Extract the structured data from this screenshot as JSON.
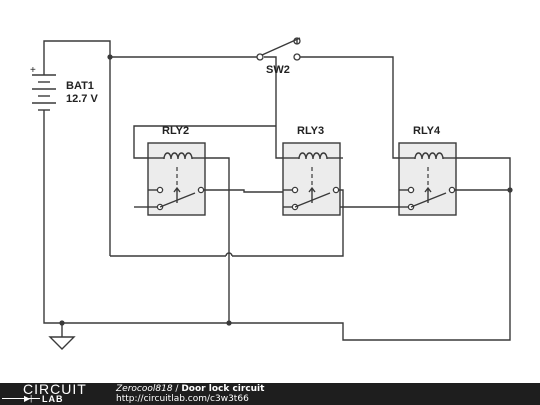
{
  "components": {
    "battery": {
      "name": "BAT1",
      "value": "12.7 V"
    },
    "switch": {
      "name": "SW2"
    },
    "relays": [
      {
        "name": "RLY2"
      },
      {
        "name": "RLY3"
      },
      {
        "name": "RLY4"
      }
    ]
  },
  "footer": {
    "logo_top": "CIRCUIT",
    "logo_bottom": "LAB",
    "author": "Zerocool818",
    "separator": " / ",
    "title": "Door lock circuit",
    "url": "http://circuitlab.com/c3w3t66"
  }
}
